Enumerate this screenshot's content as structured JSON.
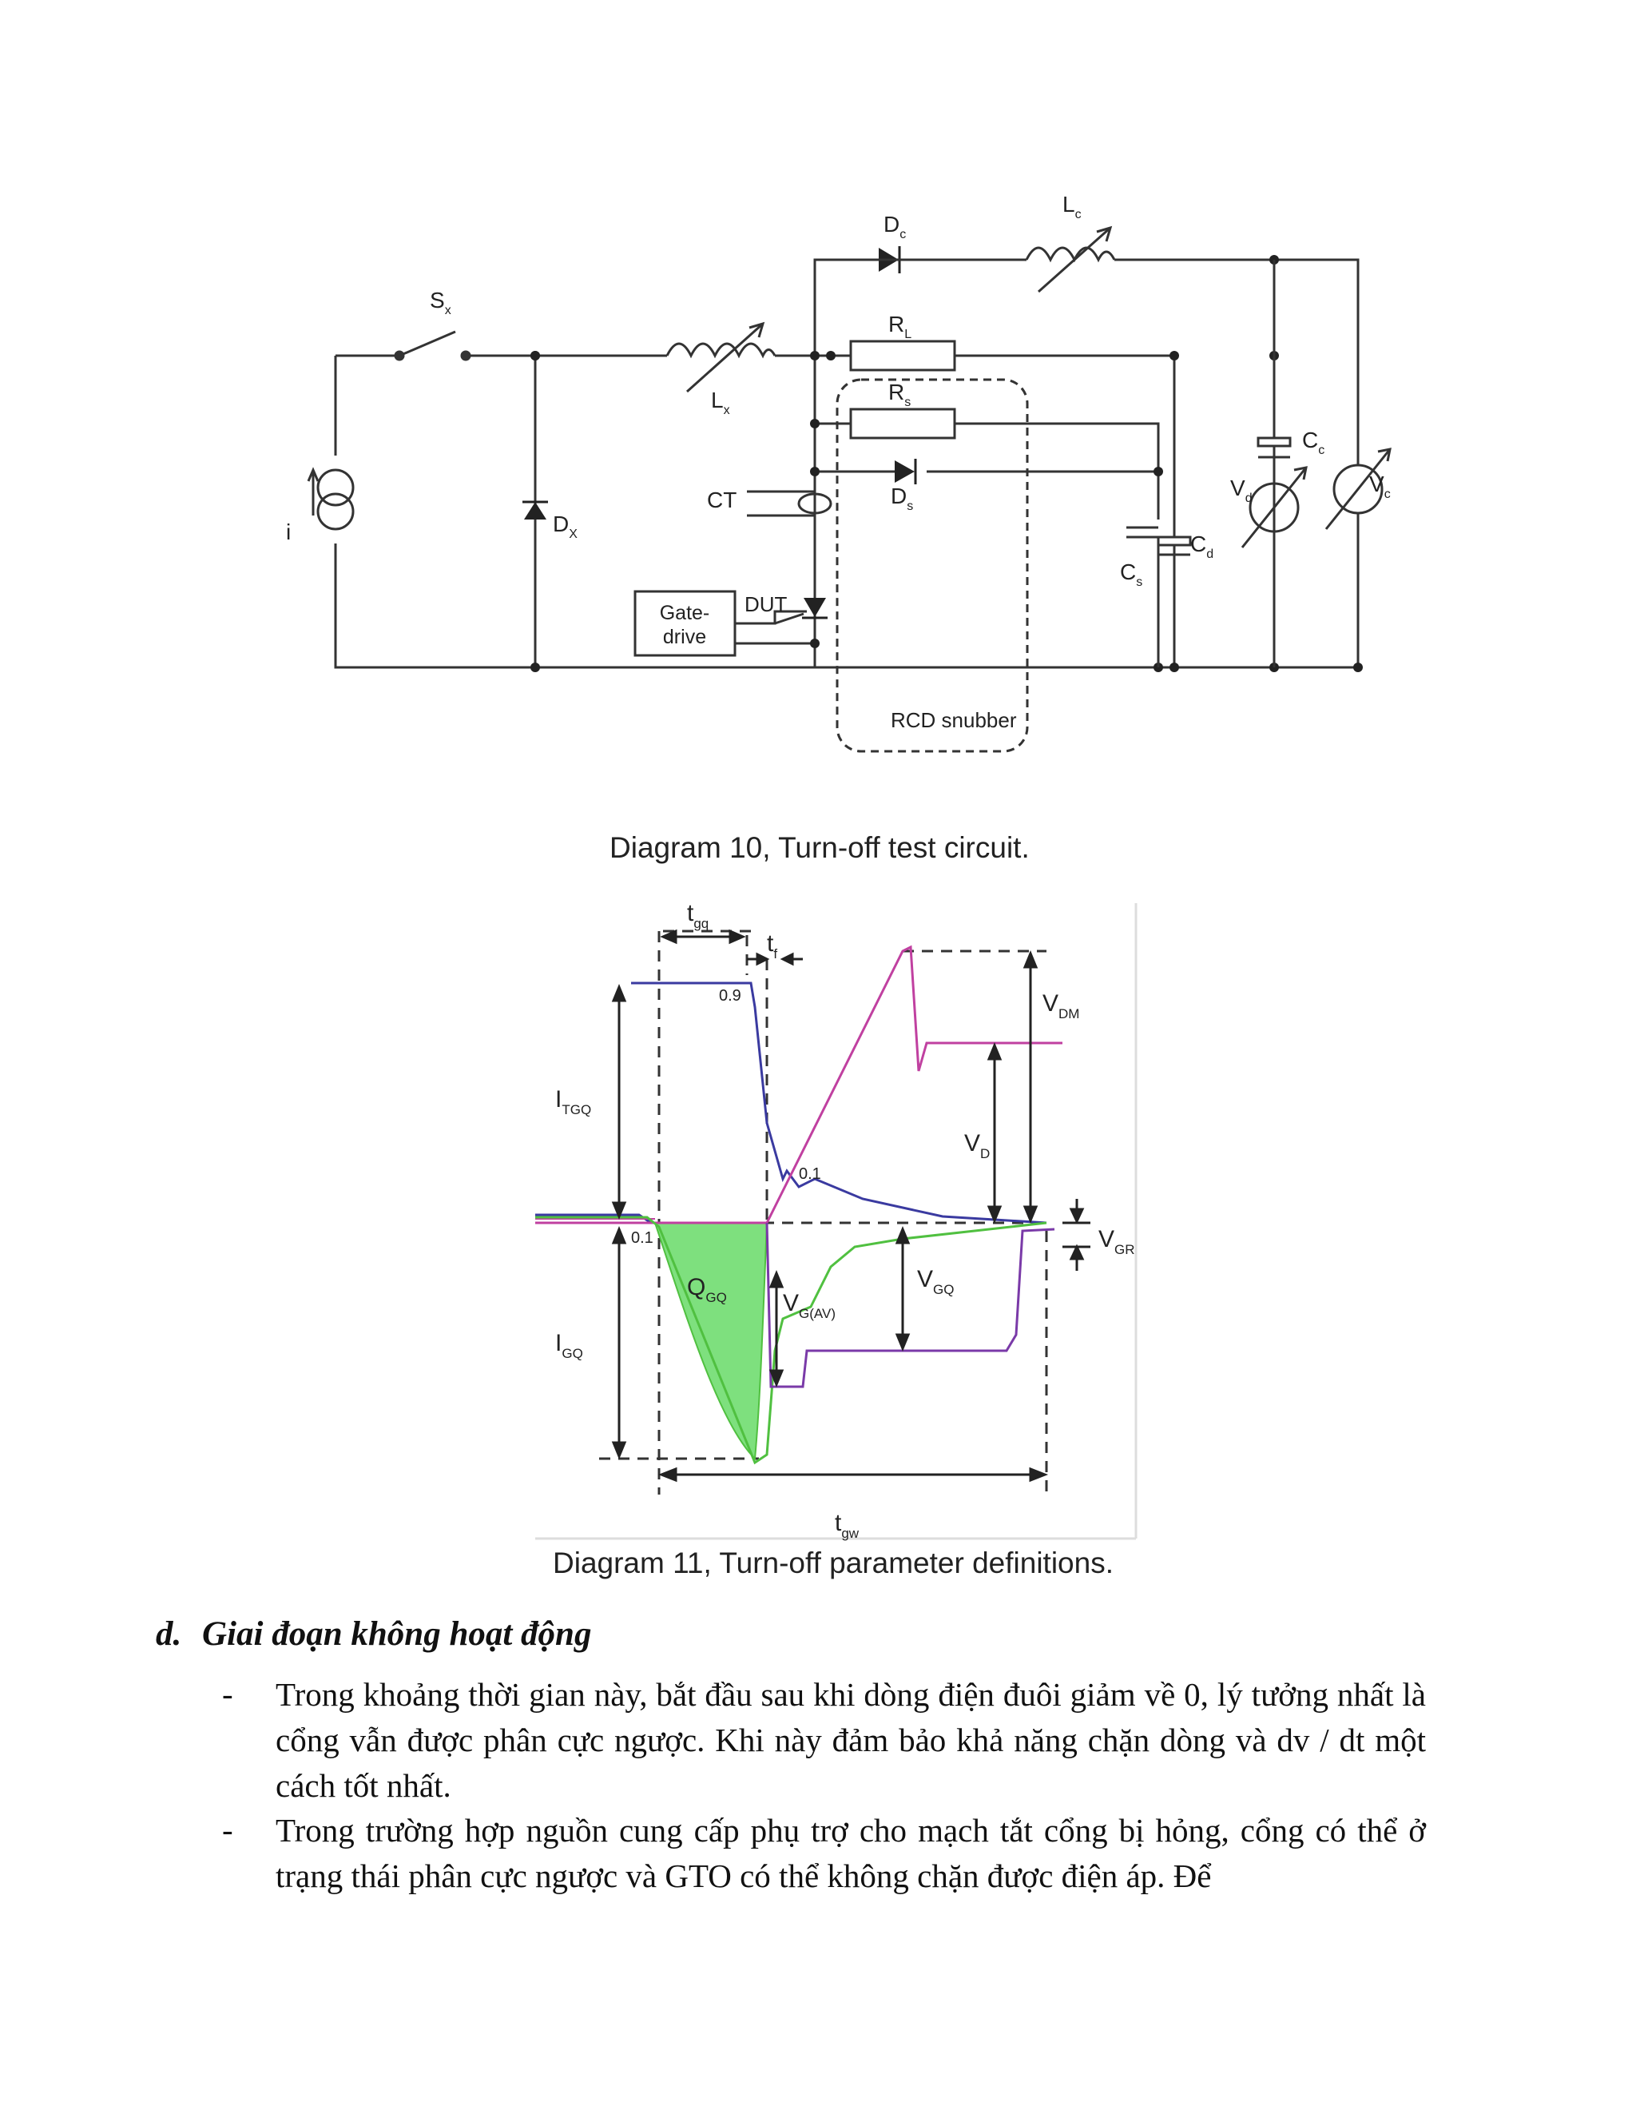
{
  "diagram10": {
    "caption": "Diagram 10, Turn-off test circuit.",
    "labels": {
      "sx": "S",
      "sx_sub": "x",
      "dc": "D",
      "dc_sub": "c",
      "lc": "L",
      "lc_sub": "c",
      "rl": "R",
      "rl_sub": "L",
      "rs": "R",
      "rs_sub": "s",
      "lx": "L",
      "lx_sub": "x",
      "ct": "CT",
      "ds": "D",
      "ds_sub": "s",
      "vd": "V",
      "vd_sub": "d",
      "cc": "C",
      "cc_sub": "c",
      "vc": "V",
      "vc_sub": "c",
      "i": "i",
      "dx": "D",
      "dx_sub": "X",
      "cd": "C",
      "cd_sub": "d",
      "cs": "C",
      "cs_sub": "s",
      "gate1": "Gate-",
      "gate2": "drive",
      "dut": "DUT",
      "snubber": "RCD snubber"
    }
  },
  "diagram11": {
    "caption": "Diagram 11, Turn-off parameter definitions.",
    "labels": {
      "tgq": "t",
      "tgq_sub": "gq",
      "tf": "t",
      "tf_sub": "f",
      "v09": "0.9",
      "vdm": "V",
      "vdm_sub": "DM",
      "itgq": "I",
      "itgq_sub": "TGQ",
      "vd": "V",
      "vd_sub": "D",
      "v01a": "0.1",
      "v01b": "0.1",
      "vgr": "V",
      "vgr_sub": "GR",
      "qgq": "Q",
      "qgq_sub": "GQ",
      "vgq": "V",
      "vgq_sub": "GQ",
      "vgav": "V",
      "vgav_sub": "G(AV)",
      "igq": "I",
      "igq_sub": "GQ",
      "tgw": "t",
      "tgw_sub": "gw"
    },
    "colors": {
      "current": "#3a3aa0",
      "anode_voltage": "#c040a0",
      "gate_voltage": "#50c040",
      "gate_charge_fill": "#7ee07e",
      "gate_current": "#7a3aa8"
    }
  },
  "section": {
    "number": "d.",
    "title": "Giai đoạn không hoạt động",
    "bullet": "-",
    "items": [
      "Trong khoảng thời gian này, bắt đầu sau khi dòng điện đuôi giảm về 0, lý tưởng nhất là cổng vẫn được phân cực ngược. Khi này đảm bảo khả năng chặn dòng và  dv / dt một cách tốt nhất.",
      "Trong trường hợp nguồn cung cấp phụ trợ cho mạch tắt cổng bị hỏng, cổng có thể ở trạng thái phân cực ngược và GTO có thể không chặn được điện áp. Để"
    ]
  }
}
